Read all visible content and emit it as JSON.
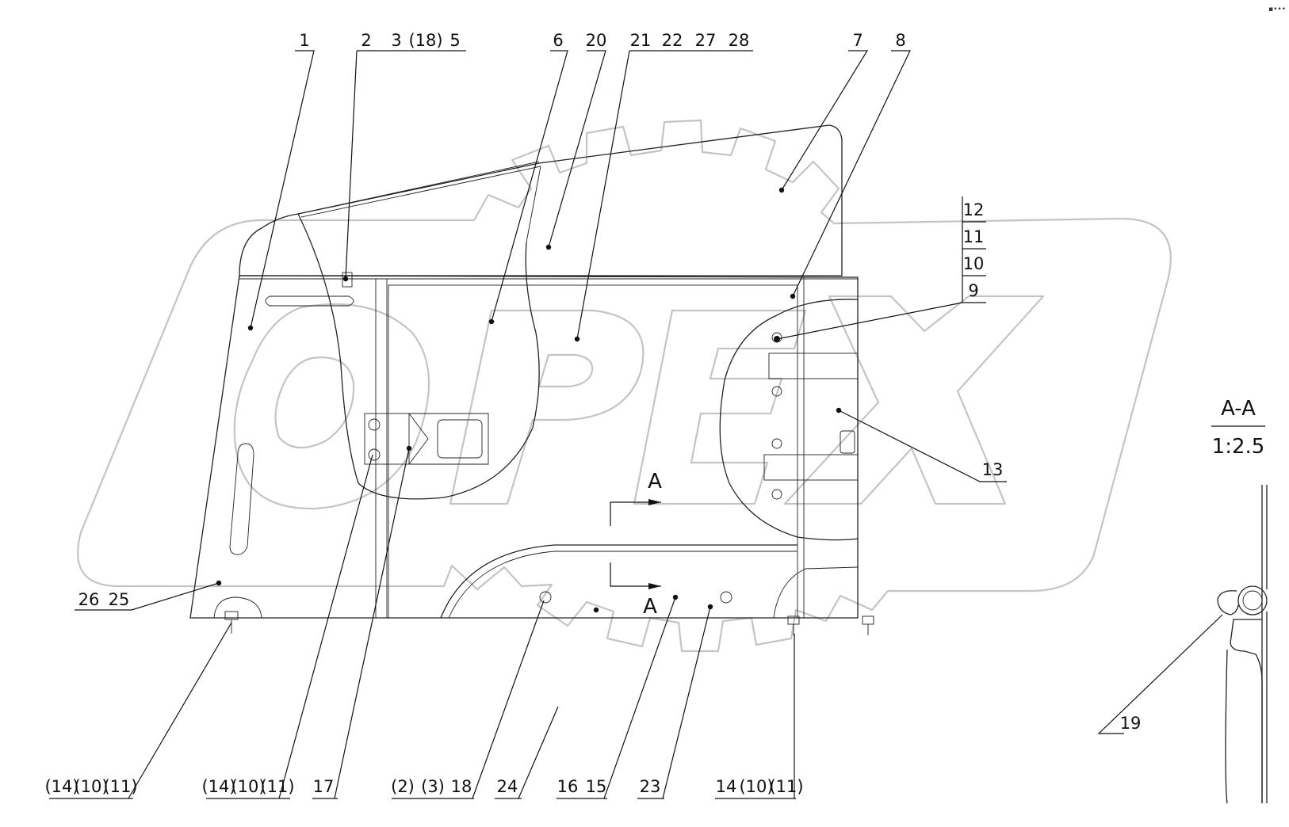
{
  "corner_text": "▪•••",
  "labels_top": [
    "1",
    "2",
    "3",
    "(18)",
    "5",
    "6",
    "20",
    "21",
    "22",
    "27",
    "28",
    "7",
    "8"
  ],
  "labels_stack": [
    "12",
    "11",
    "10",
    "9"
  ],
  "labels_side": [
    "13",
    "26",
    "25"
  ],
  "section_marks": [
    "A",
    "A"
  ],
  "section_title": "A-A",
  "section_scale": "1:2.5",
  "labels_section": [
    "19"
  ],
  "labels_bottom": [
    "(14)",
    "(10)",
    "(11)",
    "(14)",
    "(10)",
    "(11)",
    "17",
    "(2)",
    "(3)",
    "18",
    "24",
    "16",
    "15",
    "23",
    "14",
    "(10)",
    "(11)"
  ],
  "watermark_text": "OPEX",
  "colors": {
    "line": "#222222",
    "watermark": "#c4c4c4",
    "background": "#ffffff"
  }
}
